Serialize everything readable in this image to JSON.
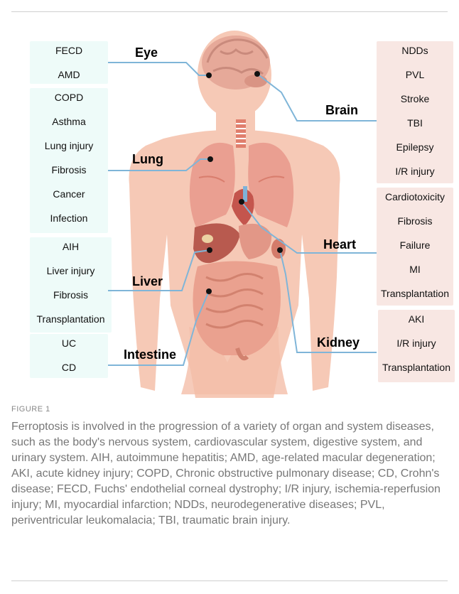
{
  "figure": {
    "organs": {
      "eye": "Eye",
      "brain": "Brain",
      "lung": "Lung",
      "heart": "Heart",
      "liver": "Liver",
      "kidney": "Kidney",
      "intestine": "Intestine"
    },
    "left_boxes": [
      {
        "name": "eye-diseases",
        "items": [
          "FECD",
          "AMD"
        ]
      },
      {
        "name": "lung-diseases",
        "items": [
          "COPD",
          "Asthma",
          "Lung injury",
          "Fibrosis",
          "Cancer",
          "Infection"
        ]
      },
      {
        "name": "liver-diseases",
        "items": [
          "AIH",
          "Liver injury",
          "Fibrosis",
          "Transplantation"
        ]
      },
      {
        "name": "intestine-diseases",
        "items": [
          "UC",
          "CD"
        ]
      }
    ],
    "right_boxes": [
      {
        "name": "brain-diseases",
        "items": [
          "NDDs",
          "PVL",
          "Stroke",
          "TBI",
          "Epilepsy",
          "I/R injury"
        ]
      },
      {
        "name": "heart-diseases",
        "items": [
          "Cardiotoxicity",
          "Fibrosis",
          "Failure",
          "MI",
          "Transplantation"
        ]
      },
      {
        "name": "kidney-diseases",
        "items": [
          "AKI",
          "I/R injury",
          "Transplantation"
        ]
      }
    ],
    "colors": {
      "left_box": "#eefbf9",
      "right_box": "#f8e7e3",
      "connector": "#7fb5d8",
      "skin": "#f6c9b6"
    }
  },
  "caption": {
    "label": "FIGURE 1",
    "text": "Ferroptosis is involved in the progression of a variety of organ and system diseases, such as the body's nervous system, cardiovascular system, digestive system, and urinary system. AIH, autoimmune hepatitis; AMD, age-related macular degeneration; AKI, acute kidney injury; COPD, Chronic obstructive pulmonary disease; CD, Crohn's disease; FECD, Fuchs' endothelial corneal dystrophy; I/R injury, ischemia-reperfusion injury; MI, myocardial infarction; NDDs, neurodegenerative diseases; PVL, periventricular leukomalacia; TBI, traumatic brain injury."
  }
}
